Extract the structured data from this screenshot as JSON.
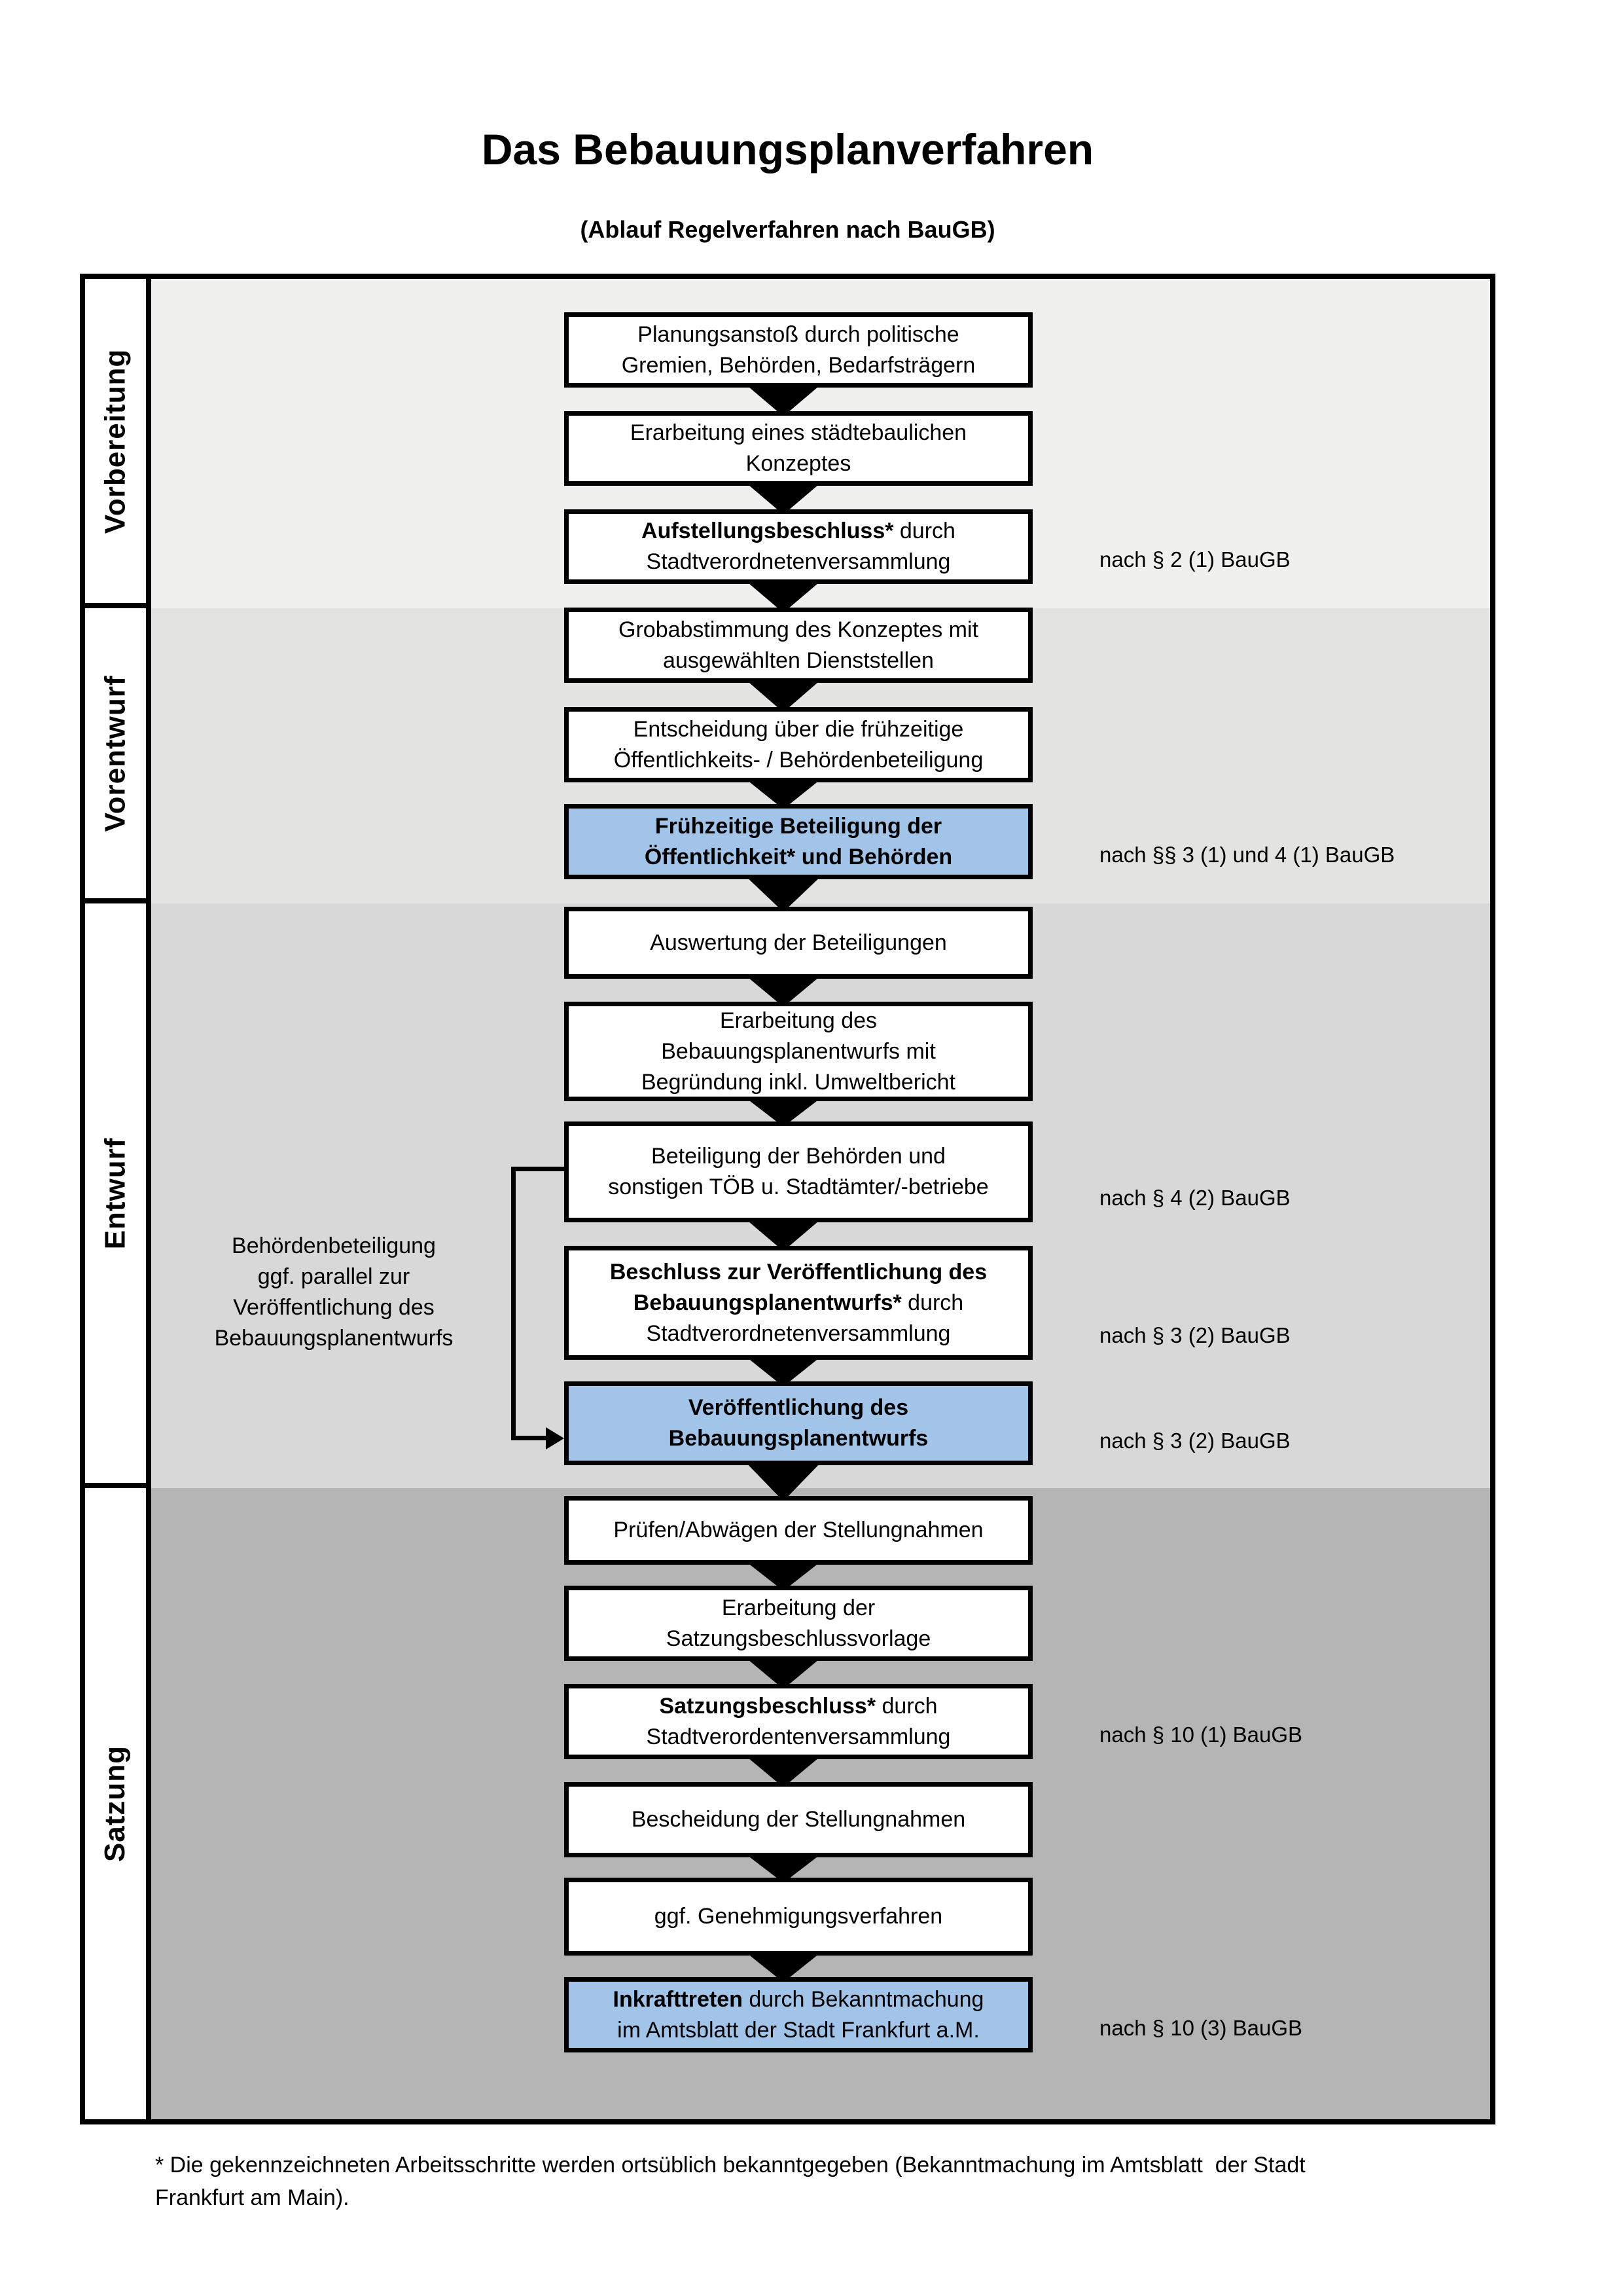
{
  "title": "Das Bebauungsplanverfahren",
  "subtitle": "(Ablauf Regelverfahren nach BauGB)",
  "colors": {
    "bands": [
      "#f0f0ef",
      "#e3e3e2",
      "#d8d8d8",
      "#b5b5b5"
    ],
    "highlight_box": "#a2c4e8",
    "line": "#000000"
  },
  "phases": [
    {
      "label": "Vorbereitung"
    },
    {
      "label": "Vorentwurf"
    },
    {
      "label": "Entwurf"
    },
    {
      "label": "Satzung"
    }
  ],
  "boxes": [
    {
      "id": "planungsanstoss",
      "highlight": false,
      "ref": null,
      "lines": [
        [
          {
            "t": "Planungsanstoß durch politische",
            "b": false
          }
        ],
        [
          {
            "t": "Gremien, Behörden, Bedarfsträgern",
            "b": false
          }
        ]
      ]
    },
    {
      "id": "konzept-erarbeitung",
      "highlight": false,
      "ref": null,
      "lines": [
        [
          {
            "t": "Erarbeitung eines städtebaulichen",
            "b": false
          }
        ],
        [
          {
            "t": "Konzeptes",
            "b": false
          }
        ]
      ]
    },
    {
      "id": "aufstellungsbeschluss",
      "highlight": false,
      "ref": "nach § 2 (1) BauGB",
      "lines": [
        [
          {
            "t": "Aufstellungsbeschluss*",
            "b": true
          },
          {
            "t": " durch",
            "b": false
          }
        ],
        [
          {
            "t": "Stadtverordnetenversammlung",
            "b": false
          }
        ]
      ]
    },
    {
      "id": "grobabstimmung",
      "highlight": false,
      "ref": null,
      "lines": [
        [
          {
            "t": "Grobabstimmung des Konzeptes mit",
            "b": false
          }
        ],
        [
          {
            "t": "ausgewählten Dienststellen",
            "b": false
          }
        ]
      ]
    },
    {
      "id": "entscheidung-beteiligung",
      "highlight": false,
      "ref": null,
      "lines": [
        [
          {
            "t": "Entscheidung über die frühzeitige",
            "b": false
          }
        ],
        [
          {
            "t": "Öffentlichkeits- / Behördenbeteiligung",
            "b": false
          }
        ]
      ]
    },
    {
      "id": "fruehzeitige-beteiligung",
      "highlight": true,
      "ref": "nach §§ 3 (1) und 4 (1) BauGB",
      "lines": [
        [
          {
            "t": "Frühzeitige Beteiligung der",
            "b": true
          }
        ],
        [
          {
            "t": "Öffentlichkeit* und Behörden",
            "b": true
          }
        ]
      ]
    },
    {
      "id": "auswertung-beteiligungen",
      "highlight": false,
      "ref": null,
      "lines": [
        [
          {
            "t": "Auswertung der Beteiligungen",
            "b": false
          }
        ]
      ]
    },
    {
      "id": "entwurf-erarbeitung",
      "highlight": false,
      "ref": null,
      "lines": [
        [
          {
            "t": "Erarbeitung des",
            "b": false
          }
        ],
        [
          {
            "t": "Bebauungsplanentwurfs mit",
            "b": false
          }
        ],
        [
          {
            "t": "Begründung inkl. Umweltbericht",
            "b": false
          }
        ]
      ]
    },
    {
      "id": "behoerdenbeteiligung-toeb",
      "highlight": false,
      "ref": "nach § 4 (2) BauGB",
      "lines": [
        [
          {
            "t": "Beteiligung der Behörden und",
            "b": false
          }
        ],
        [
          {
            "t": "sonstigen TÖB u. Stadtämter/-betriebe",
            "b": false
          }
        ]
      ]
    },
    {
      "id": "veroeffentlichungsbeschluss",
      "highlight": false,
      "ref": "nach § 3 (2) BauGB",
      "lines": [
        [
          {
            "t": "Beschluss zur Veröffentlichung des",
            "b": true
          }
        ],
        [
          {
            "t": "Bebauungsplanentwurfs*",
            "b": true
          },
          {
            "t": " durch",
            "b": false
          }
        ],
        [
          {
            "t": "Stadtverordnetenversammlung",
            "b": false
          }
        ]
      ]
    },
    {
      "id": "veroeffentlichung-entwurf",
      "highlight": true,
      "ref": "nach § 3 (2) BauGB",
      "lines": [
        [
          {
            "t": "Veröffentlichung des",
            "b": true
          }
        ],
        [
          {
            "t": "Bebauungsplanentwurfs",
            "b": true
          }
        ]
      ]
    },
    {
      "id": "pruefen-abwaegen",
      "highlight": false,
      "ref": null,
      "lines": [
        [
          {
            "t": "Prüfen/Abwägen der Stellungnahmen",
            "b": false
          }
        ]
      ]
    },
    {
      "id": "satzungsbeschlussvorlage",
      "highlight": false,
      "ref": null,
      "lines": [
        [
          {
            "t": "Erarbeitung der",
            "b": false
          }
        ],
        [
          {
            "t": "Satzungsbeschlussvorlage",
            "b": false
          }
        ]
      ]
    },
    {
      "id": "satzungsbeschluss",
      "highlight": false,
      "ref": "nach § 10 (1) BauGB",
      "lines": [
        [
          {
            "t": "Satzungsbeschluss*",
            "b": true
          },
          {
            "t": " durch",
            "b": false
          }
        ],
        [
          {
            "t": "Stadtverordentenversammlung",
            "b": false
          }
        ]
      ]
    },
    {
      "id": "bescheidung-stellungnahmen",
      "highlight": false,
      "ref": null,
      "lines": [
        [
          {
            "t": "Bescheidung der Stellungnahmen",
            "b": false
          }
        ]
      ]
    },
    {
      "id": "genehmigungsverfahren",
      "highlight": false,
      "ref": null,
      "lines": [
        [
          {
            "t": "ggf. Genehmigungsverfahren",
            "b": false
          }
        ]
      ]
    },
    {
      "id": "inkrafttreten",
      "highlight": true,
      "ref": "nach § 10 (3) BauGB",
      "lines": [
        [
          {
            "t": "Inkrafttreten",
            "b": true
          },
          {
            "t": " durch Bekanntmachung",
            "b": false
          }
        ],
        [
          {
            "t": "im Amtsblatt der Stadt Frankfurt a.M.",
            "b": false
          }
        ]
      ]
    }
  ],
  "annotation": {
    "lines": [
      "Behördenbeteiligung",
      "ggf. parallel zur",
      "Veröffentlichung des",
      "Bebauungsplanentwurfs"
    ]
  },
  "footnote": "* Die gekennzeichneten Arbeitsschritte werden ortsüblich bekanntgegeben (Bekanntmachung im Amtsblatt  der Stadt\nFrankfurt am Main)."
}
